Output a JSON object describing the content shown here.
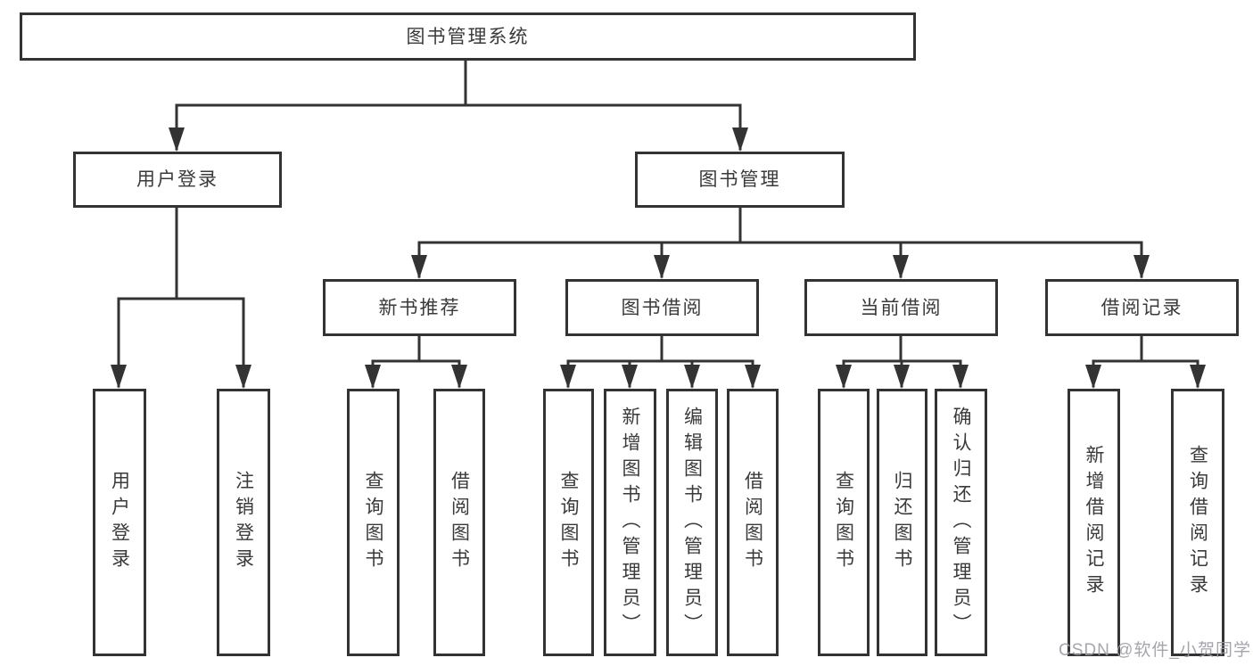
{
  "diagram_title": "图书管理系统",
  "tree": {
    "root": {
      "label": "图书管理系统"
    },
    "branches": [
      {
        "label": "用户登录",
        "children": [
          {
            "label": "用户登录"
          },
          {
            "label": "注销登录"
          }
        ]
      },
      {
        "label": "图书管理",
        "children": [
          {
            "label": "新书推荐",
            "children": [
              {
                "label": "查询图书"
              },
              {
                "label": "借阅图书"
              }
            ]
          },
          {
            "label": "图书借阅",
            "children": [
              {
                "label": "查询图书"
              },
              {
                "label": "新增图书（管理员）"
              },
              {
                "label": "编辑图书（管理员）"
              },
              {
                "label": "借阅图书"
              }
            ]
          },
          {
            "label": "当前借阅",
            "children": [
              {
                "label": "查询图书"
              },
              {
                "label": "归还图书"
              },
              {
                "label": "确认归还（管理员）"
              }
            ]
          },
          {
            "label": "借阅记录",
            "children": [
              {
                "label": "新增借阅记录"
              },
              {
                "label": "查询借阅记录"
              }
            ]
          }
        ]
      }
    ]
  },
  "watermark": "CSDN @软件_小贺同学",
  "colors": {
    "line": "#333333",
    "border": "#333333",
    "text": "#3a3a3a",
    "bg": "#ffffff",
    "watermark": "#9c9ca4"
  }
}
